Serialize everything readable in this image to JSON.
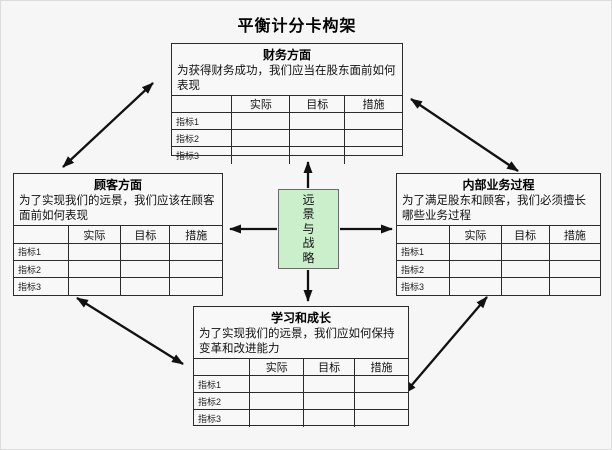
{
  "page": {
    "title": "平衡计分卡构架"
  },
  "center": {
    "label": "远景与战略"
  },
  "boxes": {
    "financial": {
      "title": "财务方面",
      "description": "为获得财务成功，我们应当在股东面前如何表现",
      "table": {
        "columns": [
          "实际",
          "目标",
          "措施"
        ],
        "rows": [
          "指标1",
          "指标2",
          "指标3"
        ]
      }
    },
    "customer": {
      "title": "顾客方面",
      "description": "为了实现我们的远景，我们应该在顾客面前如何表现",
      "table": {
        "columns": [
          "实际",
          "目标",
          "措施"
        ],
        "rows": [
          "指标1",
          "指标2",
          "指标3"
        ]
      }
    },
    "internal": {
      "title": "内部业务过程",
      "description": "为了满足股东和顾客，我们必须擅长哪些业务过程",
      "table": {
        "columns": [
          "实际",
          "目标",
          "措施"
        ],
        "rows": [
          "指标1",
          "指标2",
          "指标3"
        ]
      }
    },
    "learning": {
      "title": "学习和成长",
      "description": "为了实现我们的远景，我们应如何保持变革和改进能力",
      "table": {
        "columns": [
          "实际",
          "目标",
          "措施"
        ],
        "rows": [
          "指标1",
          "指标2",
          "指标3"
        ]
      }
    }
  },
  "colors": {
    "page_bg": "#f6f6f6",
    "panel_border": "#2b2b2b",
    "arrow": "#111111",
    "center_bg": "#cbefcb",
    "center_border": "#6a6a6a"
  }
}
